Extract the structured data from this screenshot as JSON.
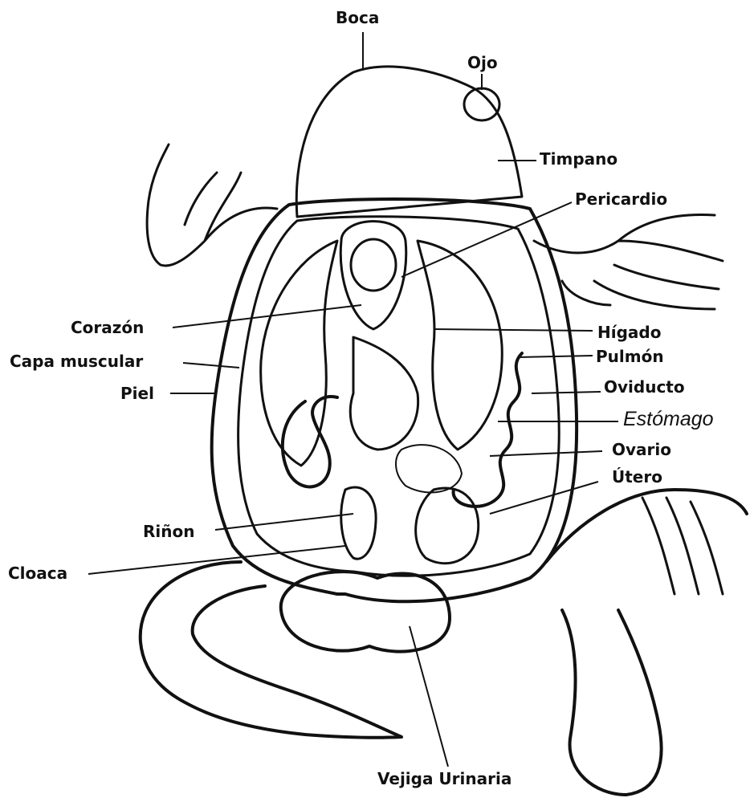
{
  "labels": {
    "boca": "Boca",
    "ojo": "Ojo",
    "timpano": "Timpano",
    "pericardio": "Pericardio",
    "corazon": "Corazón",
    "higado": "Hígado",
    "capa_muscular": "Capa muscular",
    "pulmon": "Pulmón",
    "piel": "Piel",
    "oviducto": "Oviducto",
    "estomago": "Estómago",
    "ovario": "Ovario",
    "utero": "Útero",
    "rinon": "Riñon",
    "cloaca": "Cloaca",
    "vejiga": "Vejiga Urinaria"
  },
  "colors": {
    "ink": "#111111",
    "paper": "#ffffff",
    "shade": "#e6e6e6"
  }
}
